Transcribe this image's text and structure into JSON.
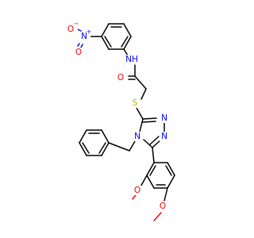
{
  "labels": {
    "nitro_o_minus": "O",
    "nitro_minus_sign": "−",
    "nitro_n": "N",
    "nitro_plus_sign": "+",
    "nitro_o": "O",
    "amide_nh": "NH",
    "carbonyl_o": "O",
    "thioether_s": "S",
    "triazole_n_top": "N",
    "triazole_n_right": "N",
    "triazole_n_left": "N",
    "ome_top_o": "O",
    "ome_bottom_o": "O"
  },
  "colors": {
    "oxygen": "#ff0000",
    "nitrogen": "#0000ff",
    "sulfur": "#b2b200",
    "carbon": "#000000"
  }
}
